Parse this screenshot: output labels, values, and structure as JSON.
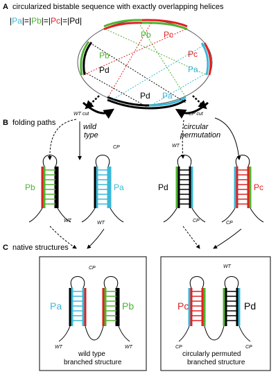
{
  "section_a": {
    "letter": "A",
    "title": "circularized bistable sequence with exactly overlapping helices",
    "equation": [
      {
        "text": "|",
        "color": "#000000"
      },
      {
        "text": "Pa",
        "color": "#3bb8d8"
      },
      {
        "text": "|=|",
        "color": "#000000"
      },
      {
        "text": "Pb",
        "color": "#4fb331"
      },
      {
        "text": "|=|",
        "color": "#000000"
      },
      {
        "text": "Pc",
        "color": "#e02020"
      },
      {
        "text": "|=|",
        "color": "#000000"
      },
      {
        "text": "Pd",
        "color": "#000000"
      },
      {
        "text": "|",
        "color": "#000000"
      }
    ],
    "labels": {
      "pb_top": "Pb",
      "pc_top": "Pc",
      "pb_left": "Pb",
      "pd_left": "Pd",
      "pc_right": "Pc",
      "pa_right": "Pa",
      "pd_bottom": "Pd",
      "pa_bottom": "Pa"
    },
    "wt_cut": "WT cut",
    "cp_cut": "CP cut"
  },
  "section_b": {
    "letter": "B",
    "title": "folding paths",
    "wild_type": [
      "wild",
      "type"
    ],
    "circular_permutation": [
      "circular",
      "permutation"
    ],
    "hairpins": {
      "pb": "Pb",
      "pa": "Pa",
      "pd": "Pd",
      "pc": "Pc"
    },
    "tags": {
      "cp": "CP",
      "wt": "WT"
    }
  },
  "section_c": {
    "letter": "C",
    "title": "native structures",
    "left": {
      "pa": "Pa",
      "pb": "Pb",
      "caption1": "wild    type",
      "caption2": "branched    structure"
    },
    "right": {
      "pc": "Pc",
      "pd": "Pd",
      "caption1": "circularly    permuted",
      "caption2": "branched    structure"
    },
    "tags": {
      "cp": "CP",
      "wt": "WT"
    }
  },
  "colors": {
    "pa": "#3bb8d8",
    "pb": "#4fb331",
    "pc": "#e02020",
    "pd": "#000000"
  }
}
